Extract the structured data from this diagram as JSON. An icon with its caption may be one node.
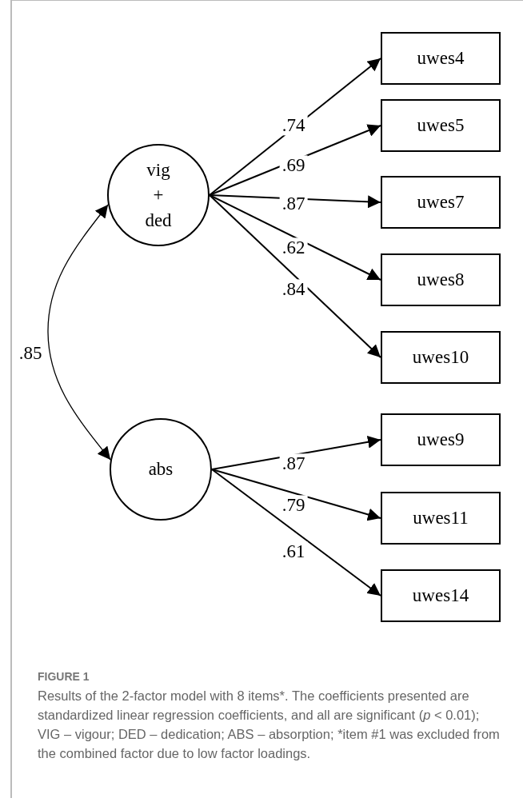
{
  "diagram": {
    "title": "FIGURE 1",
    "caption": "Results of the 2-factor model with 8 items*. The coefficients presented are standardized linear regression coefficients, and all are significant (*p* < 0.01); VIG – vigour; DED – dedication; ABS – absorption; *item #1 was excluded from the combined factor due to low factor loadings.",
    "nodes": [
      {
        "text": [
          "vig",
          "+",
          "ded"
        ]
      },
      {
        "text": [
          "abs"
        ]
      },
      {
        "text": [
          "uwes4"
        ]
      },
      {
        "text": [
          "uwes5"
        ]
      },
      {
        "text": [
          "uwes7"
        ]
      },
      {
        "text": [
          "uwes8"
        ]
      },
      {
        "text": [
          "uwes10"
        ]
      },
      {
        "text": [
          "uwes9"
        ]
      },
      {
        "text": [
          "uwes11"
        ]
      },
      {
        "text": [
          "uwes14"
        ]
      }
    ],
    "edges": [
      {
        "from": 0,
        "to": 2,
        "arrow": "to",
        "label": ".74"
      },
      {
        "from": 0,
        "to": 3,
        "arrow": "to",
        "label": ".69"
      },
      {
        "from": 0,
        "to": 4,
        "arrow": "to",
        "label": ".87"
      },
      {
        "from": 0,
        "to": 5,
        "arrow": "to",
        "label": ".62"
      },
      {
        "from": 0,
        "to": 6,
        "arrow": "to",
        "label": ".84"
      },
      {
        "from": 1,
        "to": 7,
        "arrow": "to",
        "label": ".87"
      },
      {
        "from": 1,
        "to": 8,
        "arrow": "to",
        "label": ".79"
      },
      {
        "from": 1,
        "to": 9,
        "arrow": "to",
        "label": ".61"
      },
      {
        "from": 0,
        "to": 1,
        "arrow": "both",
        "label": ".85"
      }
    ]
  }
}
